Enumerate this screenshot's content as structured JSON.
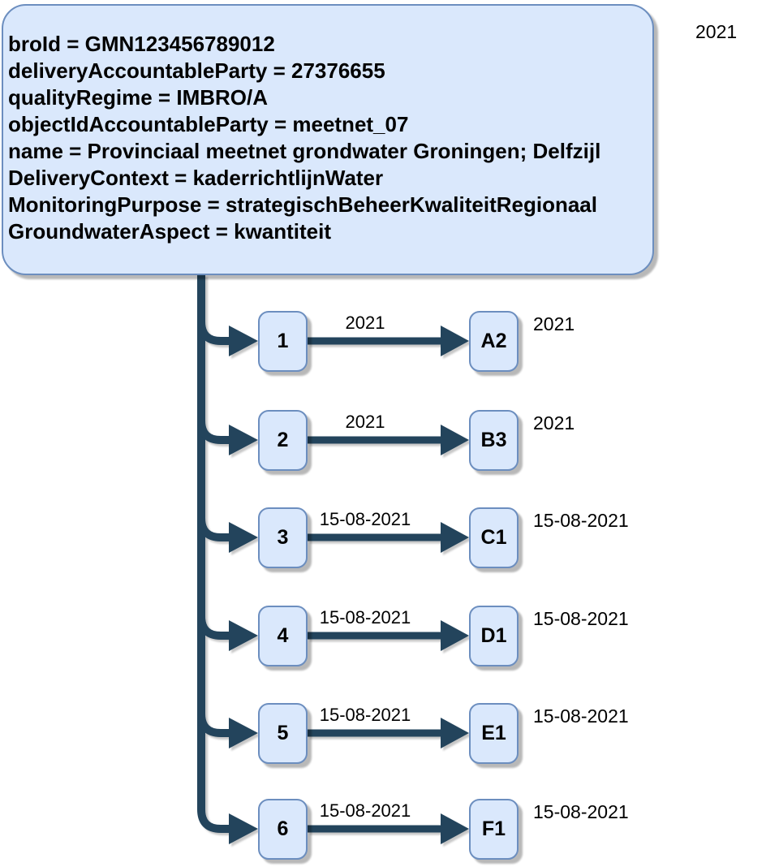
{
  "diagram": {
    "properties_box": {
      "lines": [
        "broId = GMN123456789012",
        "deliveryAccountableParty = 27376655",
        "qualityRegime = IMBRO/A",
        "objectIdAccountableParty = meetnet_07",
        "name = Provinciaal meetnet grondwater Groningen; Delfzijl",
        "DeliveryContext = kaderrichtlijnWater",
        "MonitoringPurpose = strategischBeheerKwaliteitRegionaal",
        "GroundwaterAspect = kwantiteit"
      ]
    },
    "corner_label": "2021",
    "rows": [
      {
        "source_label": "1",
        "edge_label": "2021",
        "target_label": "A2",
        "side_label": "2021"
      },
      {
        "source_label": "2",
        "edge_label": "2021",
        "target_label": "B3",
        "side_label": "2021"
      },
      {
        "source_label": "3",
        "edge_label": "15-08-2021",
        "target_label": "C1",
        "side_label": "15-08-2021"
      },
      {
        "source_label": "4",
        "edge_label": "15-08-2021",
        "target_label": "D1",
        "side_label": "15-08-2021"
      },
      {
        "source_label": "5",
        "edge_label": "15-08-2021",
        "target_label": "E1",
        "side_label": "15-08-2021"
      },
      {
        "source_label": "6",
        "edge_label": "15-08-2021",
        "target_label": "F1",
        "side_label": "15-08-2021"
      }
    ]
  },
  "colors": {
    "node_fill": "#dae8fc",
    "node_border": "#6c8ebf",
    "connector": "#23445c"
  }
}
